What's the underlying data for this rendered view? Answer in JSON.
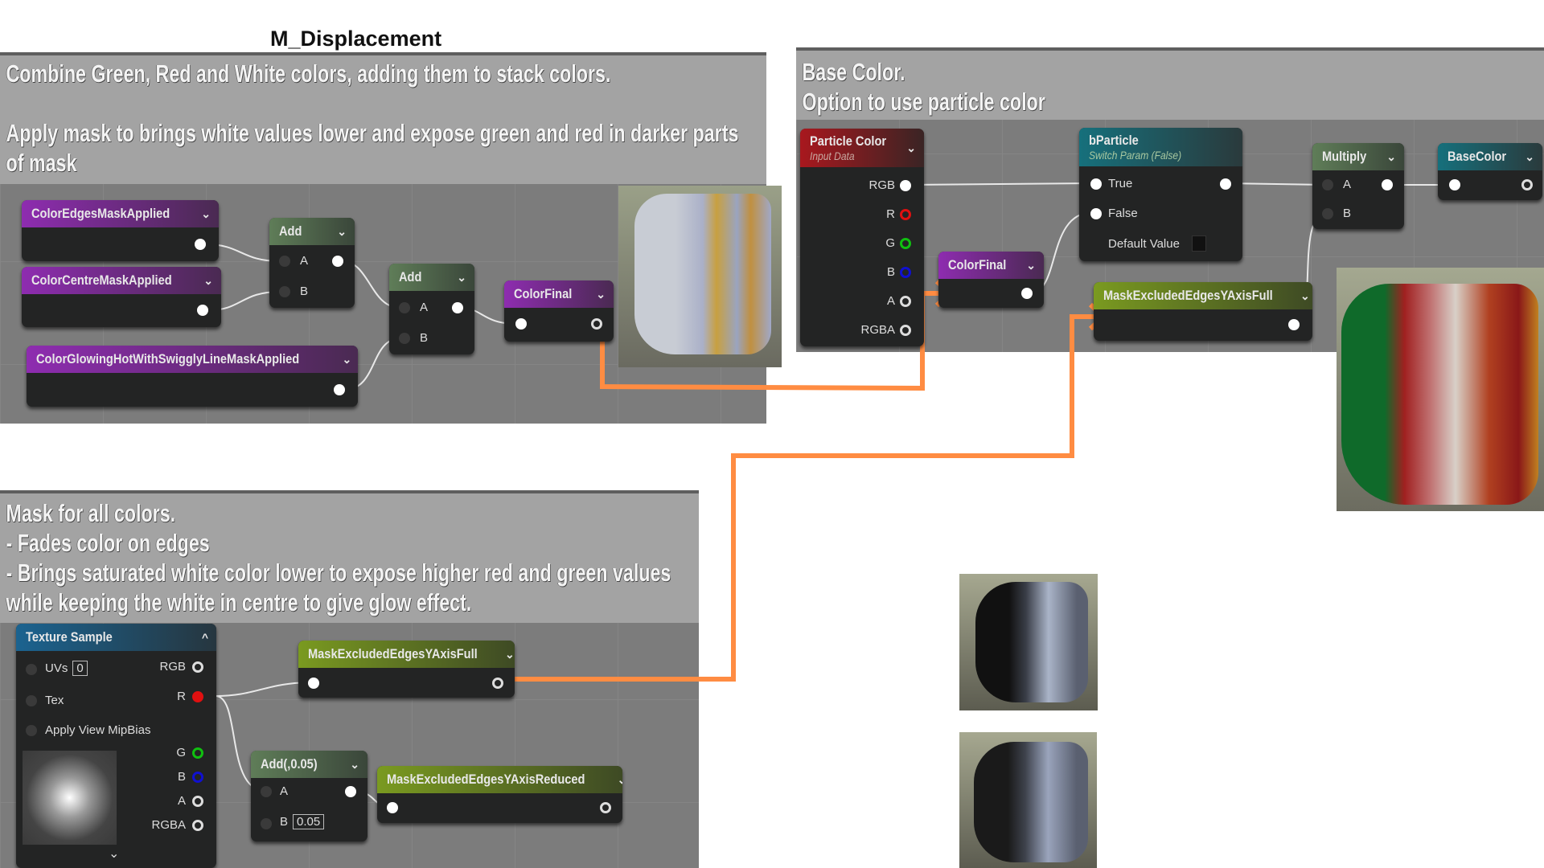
{
  "title": "M_Displacement",
  "comments": {
    "top_left": "Combine Green, Red and White colors, adding them to stack colors.\n\nApply mask to brings white values lower and expose green and red in darker parts of mask",
    "top_right": "Base Color.\nOption to use particle color",
    "bottom": "Mask for all colors.\n- Fades color on edges\n- Brings saturated white color lower to expose higher red and green values while keeping the white in centre to give glow effect."
  },
  "nodes": {
    "color_edges": "ColorEdgesMaskApplied",
    "color_centre": "ColorCentreMaskApplied",
    "color_glowing": "ColorGlowingHotWithSwigglyLineMaskApplied",
    "add": "Add",
    "pin_a": "A",
    "pin_b": "B",
    "color_final": "ColorFinal",
    "particle_color": "Particle Color",
    "particle_sub": "Input Data",
    "rgb": "RGB",
    "r": "R",
    "g": "G",
    "b": "B",
    "a": "A",
    "rgba": "RGBA",
    "bparticle": "bParticle",
    "bparticle_sub": "Switch Param (False)",
    "true": "True",
    "false": "False",
    "default_value": "Default Value",
    "multiply": "Multiply",
    "base_color": "BaseColor",
    "mask_full": "MaskExcludedEdgesYAxisFull",
    "mask_reduced": "MaskExcludedEdgesYAxisReduced",
    "texture_sample": "Texture Sample",
    "uvs": "UVs",
    "uvs_value": "0",
    "tex": "Tex",
    "mipbias": "Apply View MipBias",
    "add_const": "Add(,0.05)",
    "b_value": "0.05",
    "chev_down": "⌄",
    "chev_up": "^"
  },
  "colors": {
    "wire_highlight": "#ff8c42"
  }
}
